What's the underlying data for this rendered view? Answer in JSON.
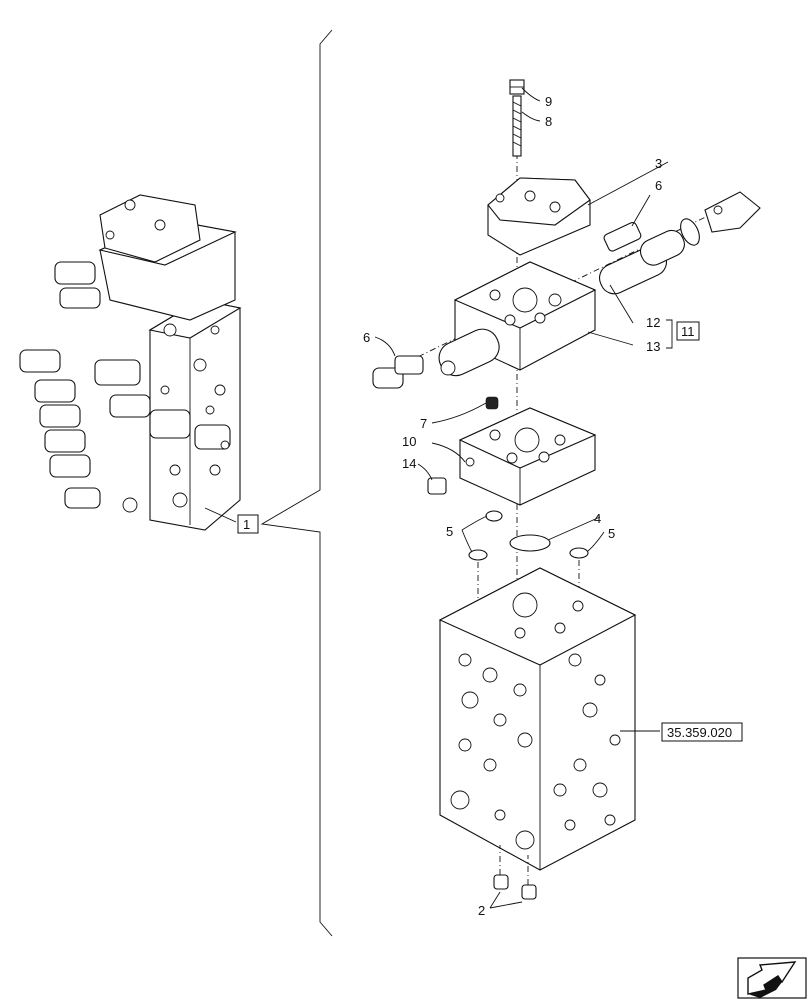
{
  "callouts": {
    "p1": "1",
    "p2": "2",
    "p3": "3",
    "p4": "4",
    "p5a": "5",
    "p5b": "5",
    "p6a": "6",
    "p6b": "6",
    "p7": "7",
    "p8": "8",
    "p9": "9",
    "p10": "10",
    "p11": "11",
    "p12": "12",
    "p13": "13",
    "p14": "14"
  },
  "reference": "35.359.020",
  "icons": {
    "nav": "arrow-icon"
  }
}
